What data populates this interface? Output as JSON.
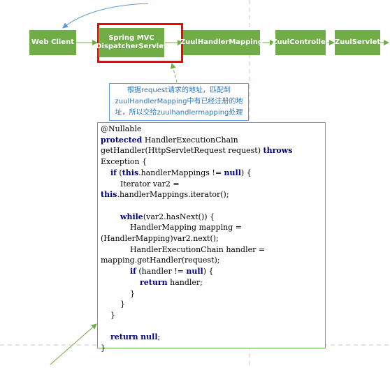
{
  "nodes": {
    "web_client": "Web Client",
    "dispatcher_line1": "Spring MVC",
    "dispatcher_line2": "DispatcherServlet",
    "zuul_handler_mapping": "ZuulHandlerMapping",
    "zuul_controller": "ZuulController",
    "zuul_servlet": "ZuulServlet"
  },
  "note": {
    "line1": "根据request请求的地址，匹配到",
    "line2": "zuulHandlerMapping中有已经注册的地",
    "line3": "址，所以交给zuulhandlermapping处理"
  },
  "code_lines": [
    [
      {
        "t": "@Nullable"
      }
    ],
    [
      {
        "t": "protected",
        "k": 1
      },
      {
        "t": " HandlerExecutionChain"
      }
    ],
    [
      {
        "t": "getHandler(HttpServletRequest request) "
      },
      {
        "t": "throws",
        "k": 1
      }
    ],
    [
      {
        "t": "Exception {"
      }
    ],
    [
      {
        "t": "    "
      },
      {
        "t": "if",
        "k": 1
      },
      {
        "t": " ("
      },
      {
        "t": "this",
        "k": 1
      },
      {
        "t": ".handlerMappings != "
      },
      {
        "t": "null",
        "k": 1
      },
      {
        "t": ") {"
      }
    ],
    [
      {
        "t": "        Iterator var2 ="
      }
    ],
    [
      {
        "t": "this",
        "k": 1
      },
      {
        "t": ".handlerMappings.iterator();"
      }
    ],
    [
      {
        "t": ""
      }
    ],
    [
      {
        "t": "        "
      },
      {
        "t": "while",
        "k": 1
      },
      {
        "t": "(var2.hasNext()) {"
      }
    ],
    [
      {
        "t": "            HandlerMapping mapping ="
      }
    ],
    [
      {
        "t": "(HandlerMapping)var2.next();"
      }
    ],
    [
      {
        "t": "            HandlerExecutionChain handler ="
      }
    ],
    [
      {
        "t": "mapping.getHandler(request);"
      }
    ],
    [
      {
        "t": "            "
      },
      {
        "t": "if",
        "k": 1
      },
      {
        "t": " (handler != "
      },
      {
        "t": "null",
        "k": 1
      },
      {
        "t": ") {"
      }
    ],
    [
      {
        "t": "                "
      },
      {
        "t": "return",
        "k": 1
      },
      {
        "t": " handler;"
      }
    ],
    [
      {
        "t": "            }"
      }
    ],
    [
      {
        "t": "        }"
      }
    ],
    [
      {
        "t": "    }"
      }
    ],
    [
      {
        "t": ""
      }
    ],
    [
      {
        "t": "    "
      },
      {
        "t": "return",
        "k": 1
      },
      {
        "t": " "
      },
      {
        "t": "null",
        "k": 1
      },
      {
        "t": ";"
      }
    ],
    [
      {
        "t": "}"
      }
    ]
  ],
  "colors": {
    "node_fill": "#70ad47",
    "highlight": "#ff0000",
    "note_border": "#5b9bd5",
    "keyword": "#000080"
  }
}
